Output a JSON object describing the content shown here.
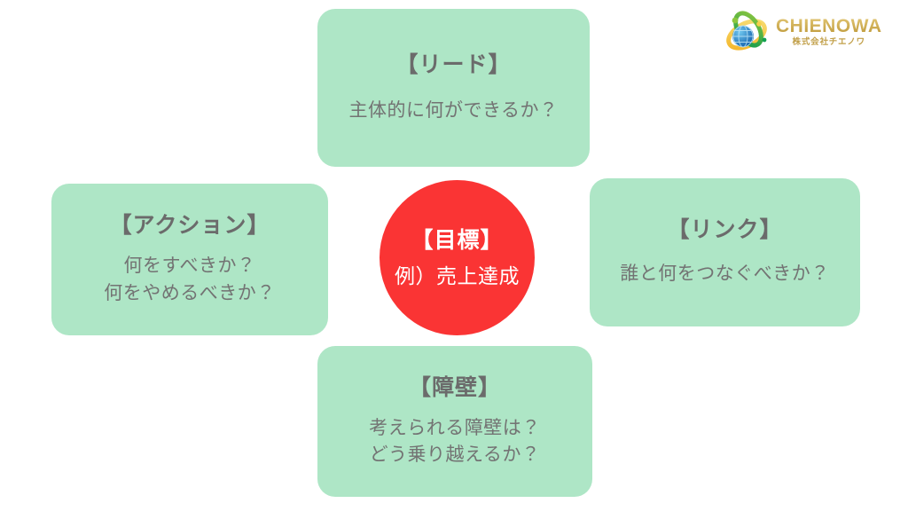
{
  "slide": {
    "background_color": "#ffffff",
    "card_color": "#aee6c6",
    "card_text_color": "#6e6e6e",
    "goal_color": "#fa3434",
    "goal_text_color": "#ffffff"
  },
  "logo": {
    "name": "CHIENOWA",
    "subtitle": "株式会社チエノワ",
    "mark_icon": "globe-orbit-icon",
    "text_color": "#c2a04a"
  },
  "goal": {
    "title": "【目標】",
    "example": "例）売上達成"
  },
  "cards": [
    {
      "key": "lead",
      "title": "【リード】",
      "lines": [
        "主体的に何ができるか？"
      ]
    },
    {
      "key": "action",
      "title": "【アクション】",
      "lines": [
        "何をすべきか？",
        "何をやめるべきか？"
      ]
    },
    {
      "key": "link",
      "title": "【リンク】",
      "lines": [
        "誰と何をつなぐべきか？"
      ]
    },
    {
      "key": "wall",
      "title": "【障壁】",
      "lines": [
        "考えられる障壁は？",
        "どう乗り越えるか？"
      ]
    }
  ]
}
